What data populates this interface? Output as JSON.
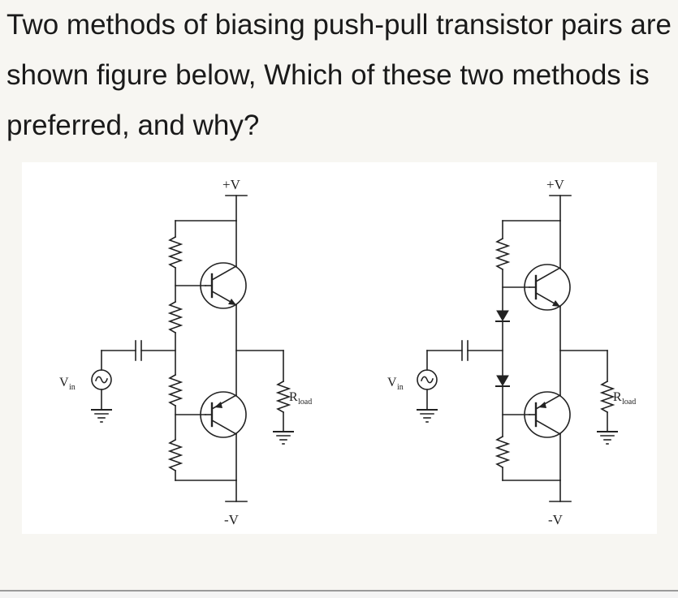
{
  "question": {
    "text": "Two methods of biasing push-pull transistor pairs are shown figure below, Which of these two methods is preferred, and why?"
  },
  "figure": {
    "left": {
      "supply_pos": "+V",
      "supply_neg": "-V",
      "vin_main": "V",
      "vin_sub": "in",
      "rload_main": "R",
      "rload_sub": "load"
    },
    "right": {
      "supply_pos": "+V",
      "supply_neg": "-V",
      "vin_main": "V",
      "vin_sub": "in",
      "rload_main": "R",
      "rload_sub": "load"
    }
  }
}
